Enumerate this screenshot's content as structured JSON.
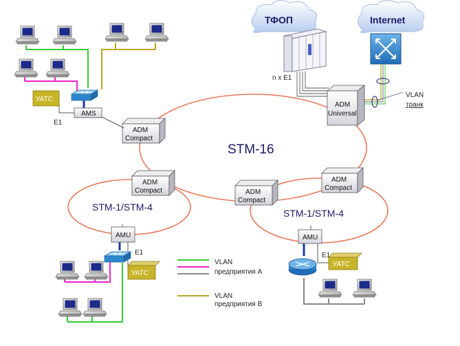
{
  "clouds": {
    "pstn": "ТФОП",
    "internet": "Internet"
  },
  "rings": {
    "main": "STM-16",
    "left": "STM-1/STM-4",
    "right": "STM-1/STM-4"
  },
  "nodes": {
    "adm_universal": [
      "ADM",
      "Universal"
    ],
    "adm_compact_left": [
      "ADM",
      "Compact"
    ],
    "adm_compact_mid_left": [
      "ADM",
      "Compact"
    ],
    "adm_compact_mid": [
      "ADM",
      "Compact"
    ],
    "adm_compact_right": [
      "ADM",
      "Compact"
    ],
    "ams": "AMS",
    "amu_left": "AMU",
    "amu_right": "AMU",
    "uats_top": "УАТС",
    "uats_left": "УАТС",
    "uats_right": "УАТС"
  },
  "labels": {
    "e1_top": "E1",
    "e1_left": "E1",
    "e1_right": "E1",
    "n_x_e1": "n x E1",
    "vlan_trunk": [
      "VLAN",
      "транк"
    ]
  },
  "legend": {
    "vlan_a": [
      "VLAN",
      "предприятия А"
    ],
    "vlan_b": [
      "VLAN",
      "предприятия В"
    ]
  },
  "colors": {
    "ring": "#e87a5a",
    "vlan_green": "#33cc33",
    "vlan_magenta": "#ee22cc",
    "vlan_gray": "#888888",
    "vlan_olive": "#b8a820",
    "uats_fill": "#c8b428",
    "text_blue": "#1a1a66"
  }
}
